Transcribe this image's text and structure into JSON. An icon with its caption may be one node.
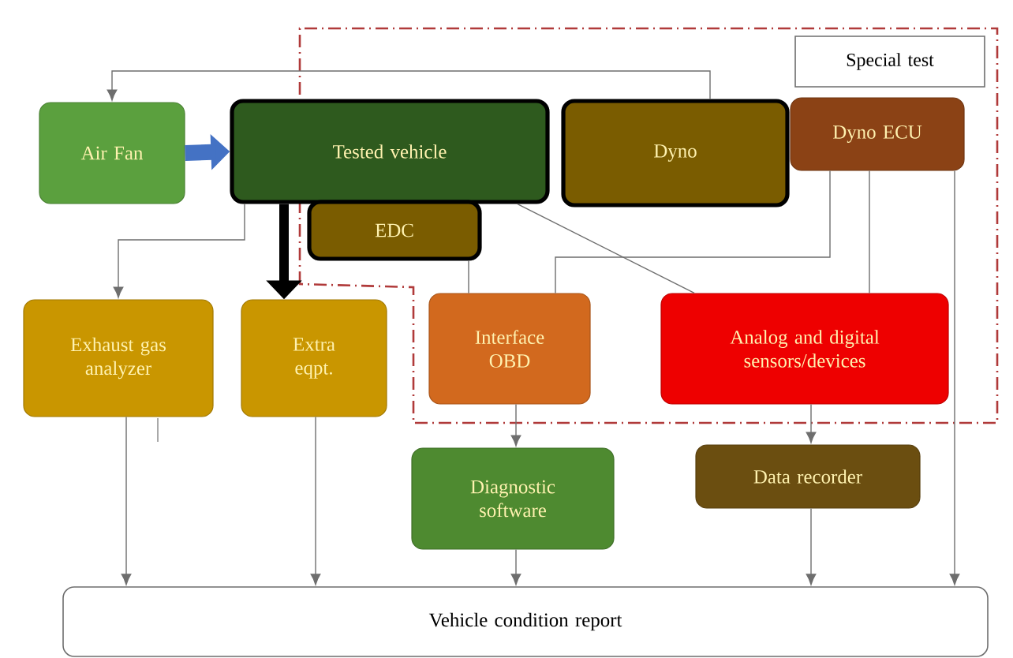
{
  "diagram": {
    "nodes": [
      {
        "text": [
          "Air Fan"
        ]
      },
      {
        "text": [
          "Tested vehicle"
        ]
      },
      {
        "text": [
          "Dyno"
        ]
      },
      {
        "text": [
          "Dyno ECU"
        ]
      },
      {
        "text": [
          "EDC"
        ]
      },
      {
        "text": [
          "Exhaust gas analyzer"
        ]
      },
      {
        "text": [
          "Extra eqpt."
        ]
      },
      {
        "text": [
          "Interface OBD"
        ]
      },
      {
        "text": [
          "Analog and digital sensors/devices"
        ]
      },
      {
        "text": [
          "Diagnostic software"
        ]
      },
      {
        "text": [
          "Data recorder"
        ]
      },
      {
        "text": [
          "Vehicle condition report"
        ]
      },
      {
        "text": [
          "Special test"
        ]
      }
    ],
    "edges": [
      {
        "from": 0,
        "to": 1,
        "arrow": "to",
        "style": "thick",
        "color": "#4472c4"
      },
      {
        "from": 1,
        "to": 6,
        "arrow": "to",
        "style": "thick",
        "color": "#000000"
      },
      {
        "from": 2,
        "to": 0,
        "arrow": "to"
      },
      {
        "from": 1,
        "to": 5,
        "arrow": "to"
      },
      {
        "from": 4,
        "to": 7,
        "arrow": "none"
      },
      {
        "from": 3,
        "to": 7,
        "arrow": "none"
      },
      {
        "from": 1,
        "to": 8,
        "arrow": "none"
      },
      {
        "from": 3,
        "to": 8,
        "arrow": "none"
      },
      {
        "from": 3,
        "to": 11,
        "arrow": "to"
      },
      {
        "from": 7,
        "to": 9,
        "arrow": "to"
      },
      {
        "from": 8,
        "to": 10,
        "arrow": "to"
      },
      {
        "from": 5,
        "to": 11,
        "arrow": "to"
      },
      {
        "from": 6,
        "to": 11,
        "arrow": "to"
      },
      {
        "from": 9,
        "to": 11,
        "arrow": "to"
      },
      {
        "from": 10,
        "to": 11,
        "arrow": "to"
      }
    ]
  }
}
